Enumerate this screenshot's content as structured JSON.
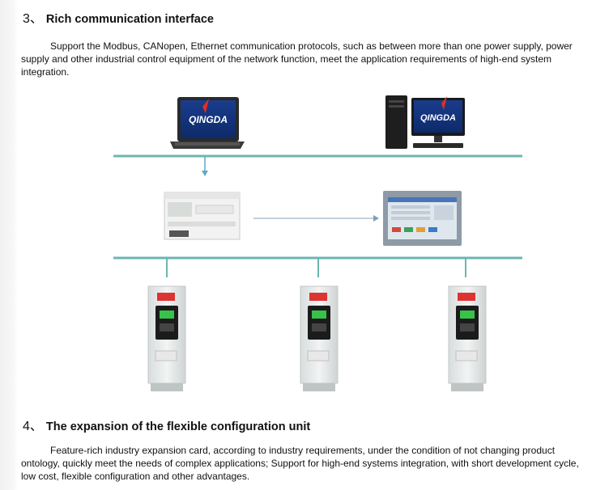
{
  "section3": {
    "num": "3、",
    "title": "Rich communication interface",
    "para": "Support the Modbus, CANopen, Ethernet communication protocols, such as between more than one power supply, power supply and other industrial control equipment of the network function, meet the application requirements of high-end system integration."
  },
  "diagram": {
    "laptop_logo": "QINGDA",
    "desktop_logo": "QINGDA",
    "bus_color": "#6cb6b0",
    "arrow_color": "#5fa8c8"
  },
  "section4": {
    "num": "4、",
    "title": "The expansion of the flexible configuration unit",
    "para": "Feature-rich industry expansion card, according to industry requirements, under the condition of not changing product ontology, quickly meet the needs of complex applications; Support for high-end systems integration, with short development cycle, low cost, flexible configuration and other advantages."
  }
}
